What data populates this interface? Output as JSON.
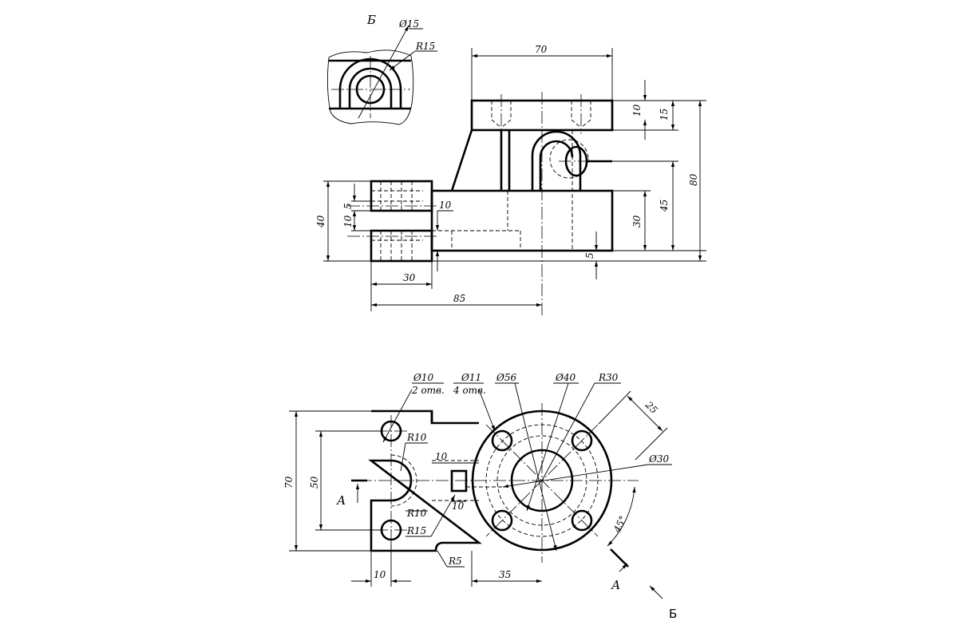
{
  "front_view": {
    "width_70": "70",
    "d10": "10",
    "d15": "15",
    "d80": "80",
    "d45": "45",
    "d30": "30",
    "d5_bottom": "5",
    "left_10": "10",
    "d40": "40",
    "d5_left": "5",
    "d10_left": "10",
    "d30_bottom": "30",
    "d85": "85"
  },
  "view_b": {
    "title": "Б",
    "dia15": "Ø15",
    "r15": "R15"
  },
  "top_view": {
    "dia10": "Ø10",
    "holes_2": "2 отв.",
    "dia11": "Ø11",
    "holes_4": "4 отв.",
    "dia56": "Ø56",
    "dia40": "Ø40",
    "r30": "R30",
    "d25": "25",
    "dia30": "Ø30",
    "r10_top": "R10",
    "r10_bottom": "R10",
    "r15": "R15",
    "slot_10_top": "10",
    "slot_10_bottom": "10",
    "d70": "70",
    "d50": "50",
    "angle45": "45°",
    "r5": "R5",
    "d10_bottom": "10",
    "d35": "35"
  },
  "section_marks": {
    "a_left": "А",
    "a_right": "А",
    "view_arrow": "Б"
  }
}
